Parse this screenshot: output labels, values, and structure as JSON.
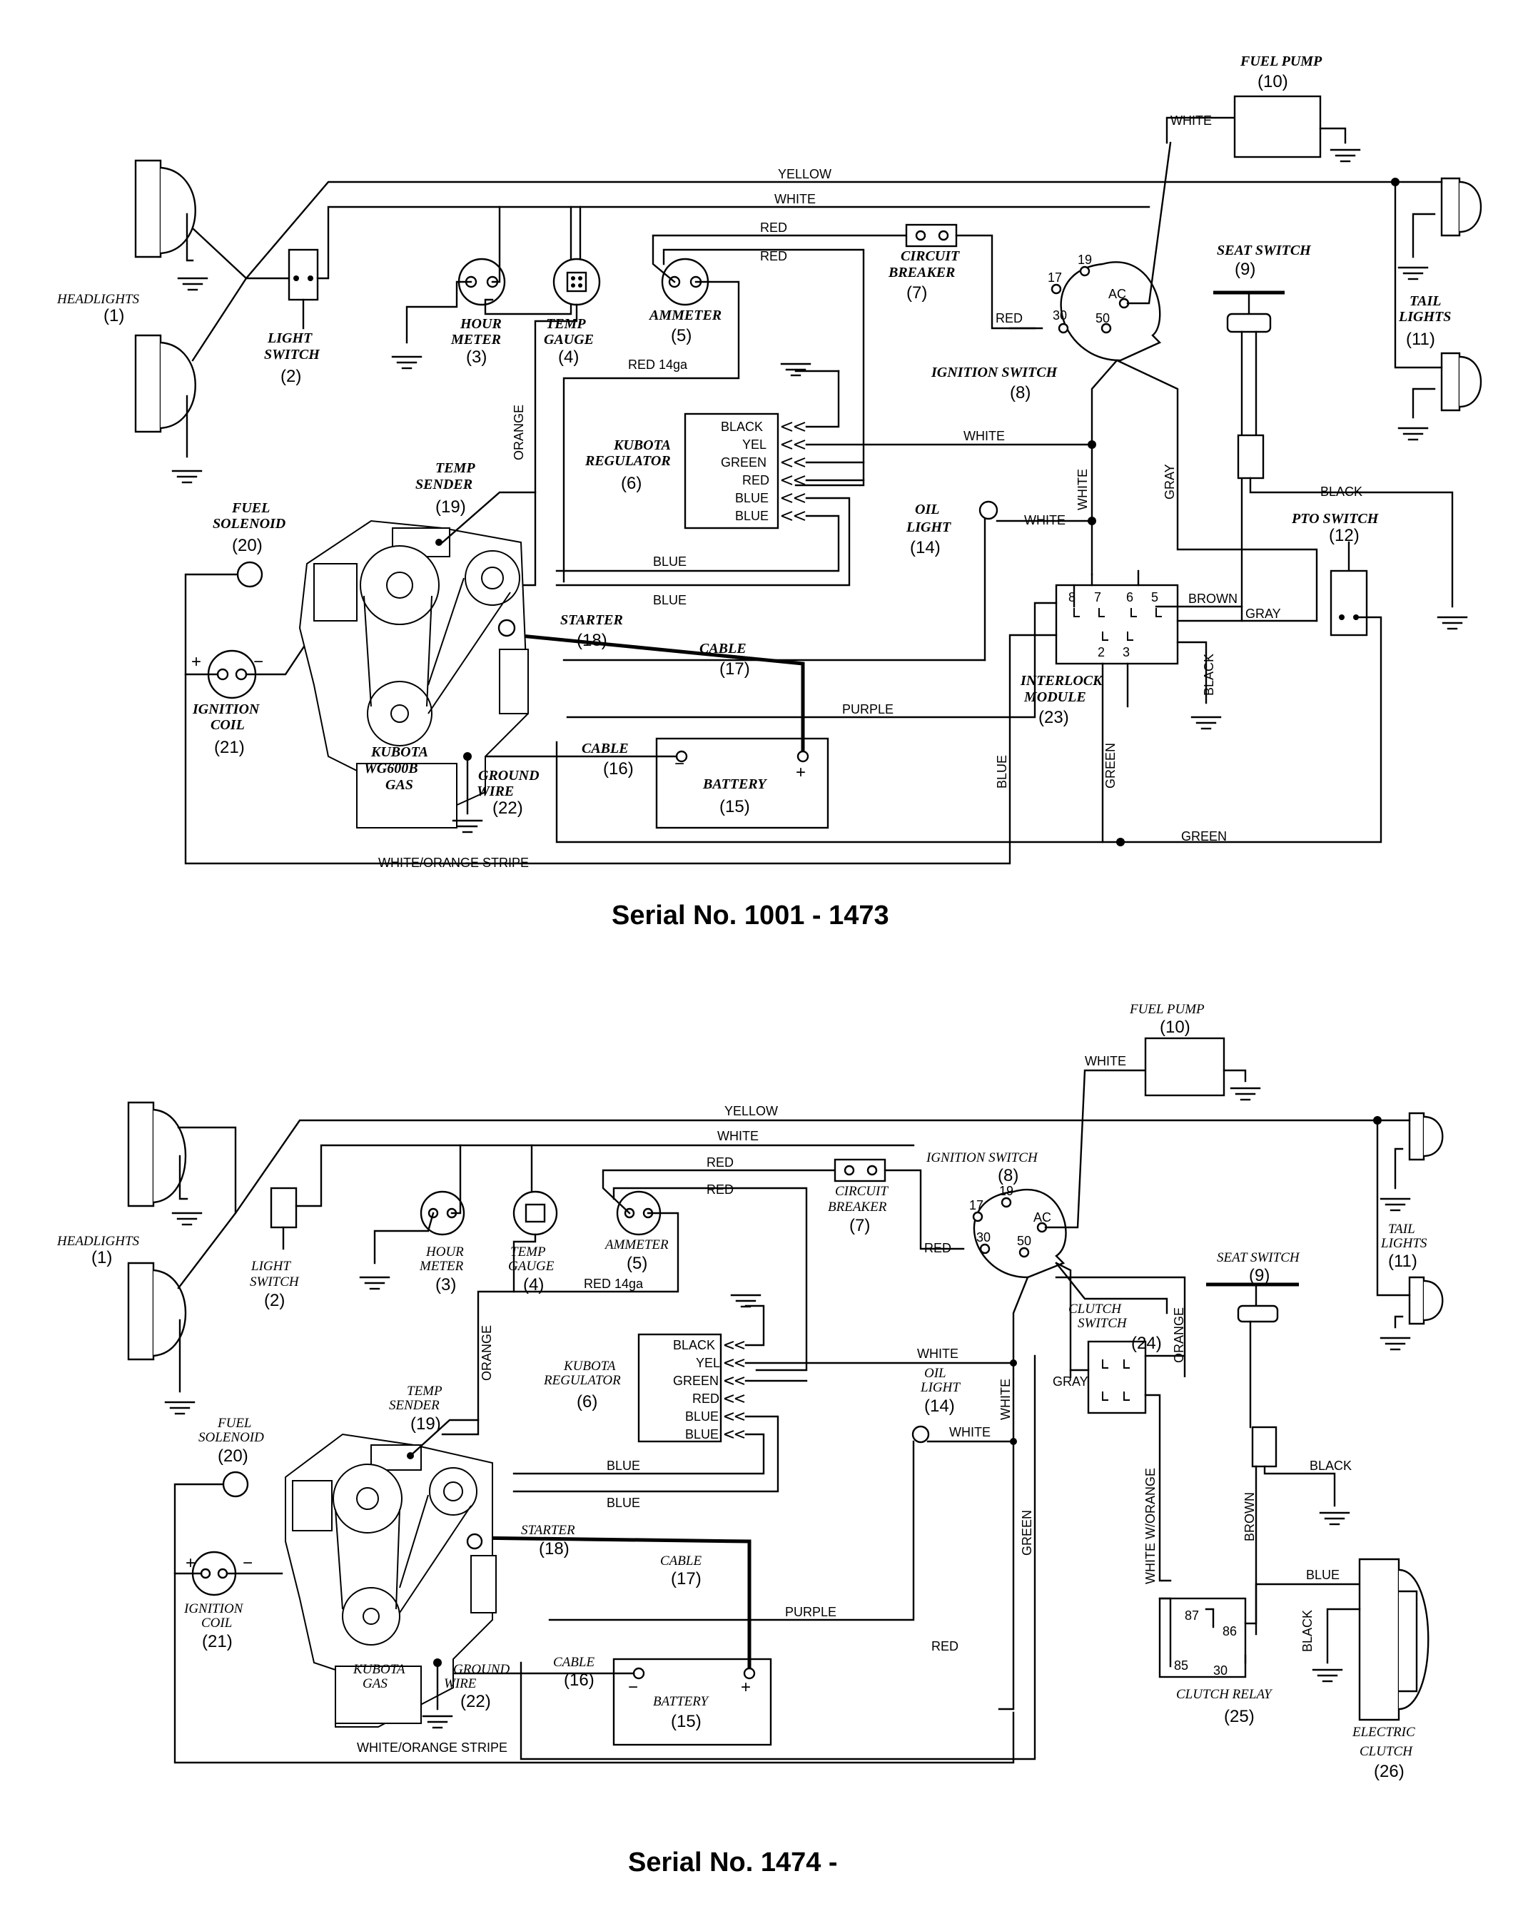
{
  "diagram_a": {
    "serial": "Serial No. 1001 - 1473",
    "labels": {
      "headlights": "HEADLIGHTS",
      "headlights_n": "(1)",
      "light_switch_1": "LIGHT",
      "light_switch_2": "SWITCH",
      "light_switch_n": "(2)",
      "hour_meter_1": "HOUR",
      "hour_meter_2": "METER",
      "hour_meter_n": "(3)",
      "temp_gauge_1": "TEMP",
      "temp_gauge_2": "GAUGE",
      "temp_gauge_n": "(4)",
      "ammeter": "AMMETER",
      "ammeter_n": "(5)",
      "regulator_1": "KUBOTA",
      "regulator_2": "REGULATOR",
      "regulator_n": "(6)",
      "breaker_1": "CIRCUIT",
      "breaker_2": "BREAKER",
      "breaker_n": "(7)",
      "ignition": "IGNITION SWITCH",
      "ignition_n": "(8)",
      "seat": "SEAT SWITCH",
      "seat_n": "(9)",
      "fuel_pump": "FUEL PUMP",
      "fuel_pump_n": "(10)",
      "tail_1": "TAIL",
      "tail_2": "LIGHTS",
      "tail_n": "(11)",
      "pto": "PTO SWITCH",
      "pto_n": "(12)",
      "oil_1": "OIL",
      "oil_2": "LIGHT",
      "oil_n": "(14)",
      "battery": "BATTERY",
      "battery_n": "(15)",
      "cable": "CABLE",
      "cable16_n": "(16)",
      "cable17_n": "(17)",
      "starter": "STARTER",
      "starter_n": "(18)",
      "temp_sender_1": "TEMP",
      "temp_sender_2": "SENDER",
      "temp_sender_n": "(19)",
      "fuel_sol_1": "FUEL",
      "fuel_sol_2": "SOLENOID",
      "fuel_sol_n": "(20)",
      "ign_coil_1": "IGNITION",
      "ign_coil_2": "COIL",
      "ign_coil_n": "(21)",
      "ground_1": "GROUND",
      "ground_2": "WIRE",
      "ground_n": "(22)",
      "interlock_1": "INTERLOCK",
      "interlock_2": "MODULE",
      "interlock_n": "(23)",
      "engine_1": "KUBOTA",
      "engine_2": "WG600B",
      "engine_3": "GAS"
    },
    "wires": {
      "yellow": "YELLOW",
      "white": "WHITE",
      "red": "RED",
      "red14": "RED 14ga",
      "orange": "ORANGE",
      "blue": "BLUE",
      "gray": "GRAY",
      "black": "BLACK",
      "brown": "BROWN",
      "purple": "PURPLE",
      "green": "GREEN",
      "white_orange": "WHITE/ORANGE STRIPE"
    },
    "regulator_terms": [
      "BLACK",
      "YEL",
      "GREEN",
      "RED",
      "BLUE",
      "BLUE"
    ],
    "ignition_terms": [
      "17",
      "19",
      "30",
      "50",
      "AC"
    ],
    "interlock_terms": [
      "8",
      "7",
      "6",
      "5",
      "2",
      "3"
    ],
    "polarity": {
      "plus": "+",
      "minus": "−",
      "dash": "-"
    }
  },
  "diagram_b": {
    "serial": "Serial No. 1474 -",
    "labels": {
      "clutch_switch_1": "CLUTCH",
      "clutch_switch_2": "SWITCH",
      "clutch_switch_n": "(24)",
      "relay": "CLUTCH RELAY",
      "relay_n": "(25)",
      "eclutch_1": "ELECTRIC",
      "eclutch_2": "CLUTCH",
      "eclutch_n": "(26)",
      "engine_1": "KUBOTA",
      "engine_2": "GAS"
    },
    "wires": {
      "white_orange": "WHITE W/ORANGE"
    },
    "relay_terms": [
      "87",
      "86",
      "85",
      "30"
    ]
  }
}
